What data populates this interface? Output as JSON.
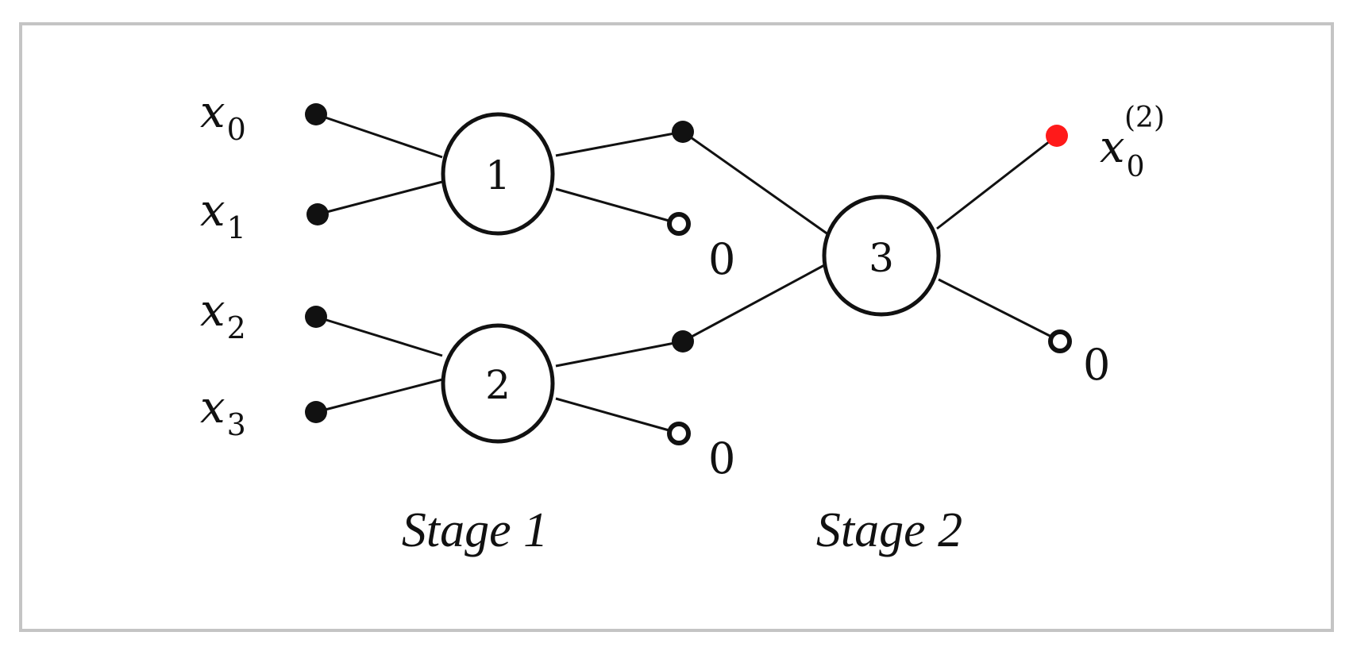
{
  "inputs": [
    {
      "base": "x",
      "sub": "0"
    },
    {
      "base": "x",
      "sub": "1"
    },
    {
      "base": "x",
      "sub": "2"
    },
    {
      "base": "x",
      "sub": "3"
    }
  ],
  "nodes": [
    {
      "label": "1"
    },
    {
      "label": "2"
    },
    {
      "label": "3"
    }
  ],
  "zero_outputs": [
    "0",
    "0",
    "0"
  ],
  "final_output": {
    "base": "x",
    "sub": "0",
    "sup": "(2)"
  },
  "stages": [
    "Stage 1",
    "Stage 2"
  ],
  "colors": {
    "frame": "#c4c4c4",
    "line": "#111111",
    "filled_dot": "#111111",
    "hollow_dot_fill": "#ffffff",
    "final_dot": "#ff1a1a"
  }
}
